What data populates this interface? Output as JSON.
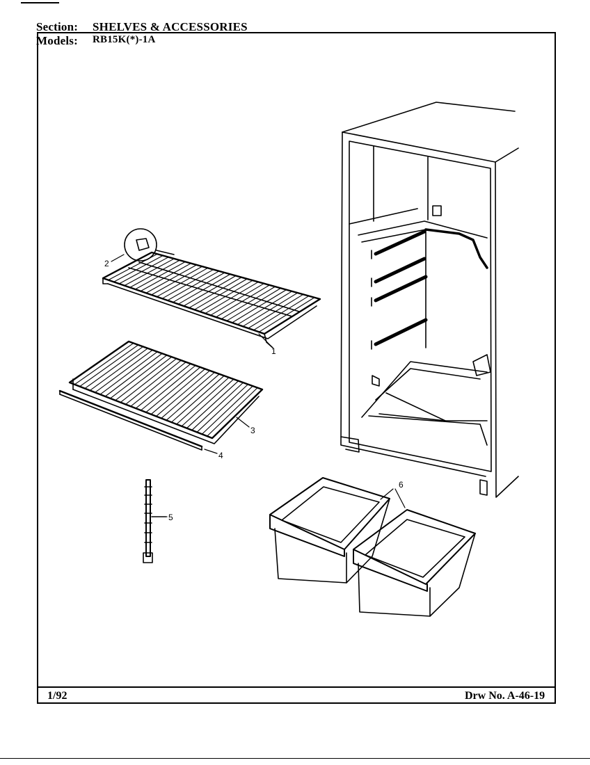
{
  "header": {
    "section_label": "Section:",
    "section_value": "SHELVES & ACCESSORIES",
    "models_label": "Models:",
    "models_value": "RB15K(*)-1A"
  },
  "callouts": {
    "c1": "1",
    "c2": "2",
    "c3": "3",
    "c4": "4",
    "c5": "5",
    "c6": "6"
  },
  "footer": {
    "date": "1/92",
    "drawing_number": "Drw No. A-46-19"
  }
}
